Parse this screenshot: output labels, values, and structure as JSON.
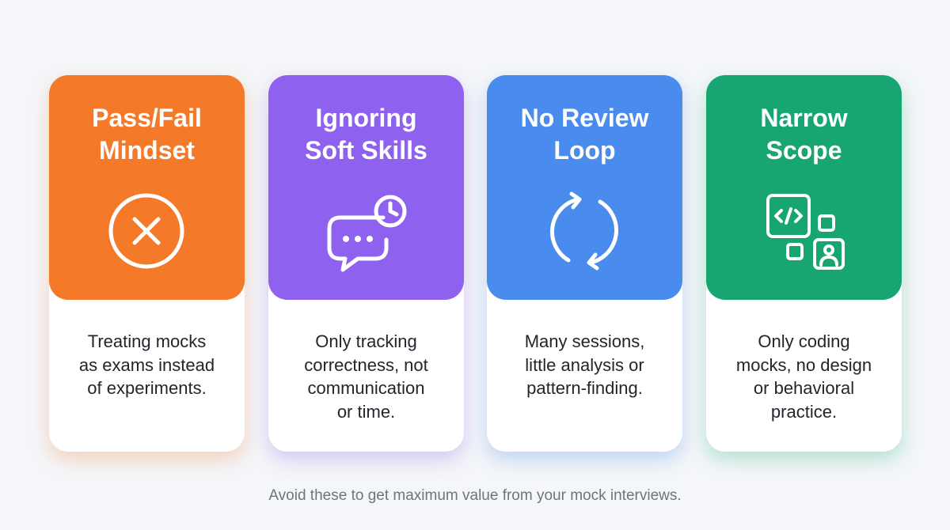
{
  "cards": [
    {
      "title": "Pass/Fail\nMindset",
      "description": "Treating mocks\nas exams instead\nof experiments.",
      "icon": "x-circle-icon",
      "color": "#f47a29"
    },
    {
      "title": "Ignoring\nSoft Skills",
      "description": "Only tracking\ncorrectness, not\ncommunication\nor time.",
      "icon": "chat-clock-icon",
      "color": "#8e62ee"
    },
    {
      "title": "No Review\nLoop",
      "description": "Many sessions,\nlittle analysis or\npattern-finding.",
      "icon": "refresh-cycle-icon",
      "color": "#4a8bee"
    },
    {
      "title": "Narrow\nScope",
      "description": "Only coding\nmocks, no design\nor behavioral\npractice.",
      "icon": "code-person-icon",
      "color": "#17a672"
    }
  ],
  "caption": "Avoid these to get maximum value from your mock interviews."
}
